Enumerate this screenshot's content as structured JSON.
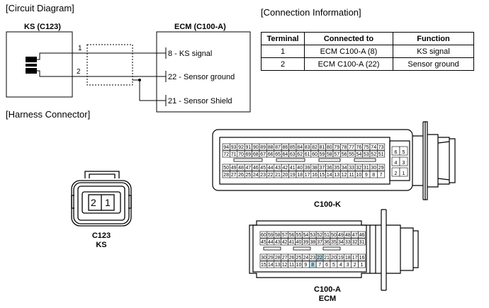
{
  "circuit": {
    "heading": "[Circuit Diagram]",
    "ks_title": "KS (C123)",
    "ecm_title": "ECM (C100-A)",
    "wire1": "1",
    "wire2": "2",
    "ecm_pins": [
      {
        "num": "8",
        "label": " - KS signal"
      },
      {
        "num": "22",
        "label": " - Sensor ground"
      },
      {
        "num": "21",
        "label": " - Sensor Shield"
      }
    ]
  },
  "connection": {
    "heading": "[Connection Information]",
    "headers": [
      "Terminal",
      "Connected to",
      "Function"
    ],
    "rows": [
      [
        "1",
        "ECM C100-A (8)",
        "KS signal"
      ],
      [
        "2",
        "ECM C100-A (22)",
        "Sensor ground"
      ]
    ]
  },
  "harness": {
    "heading": "[Harness Connector]",
    "c123": {
      "pins": [
        "2",
        "1"
      ],
      "label1": "C123",
      "label2": "KS"
    },
    "c100k": {
      "label": "C100-K",
      "row1": [
        "94",
        "93",
        "92",
        "91",
        "90",
        "89",
        "88",
        "87",
        "86",
        "85",
        "84",
        "83",
        "82",
        "81",
        "80",
        "79",
        "78",
        "77",
        "76",
        "75",
        "74",
        "73"
      ],
      "row2": [
        "72",
        "71",
        "70",
        "69",
        "68",
        "67",
        "66",
        "65",
        "64",
        "63",
        "62",
        "61",
        "60",
        "59",
        "58",
        "57",
        "56",
        "55",
        "54",
        "53",
        "52",
        "51"
      ],
      "row3": [
        "50",
        "49",
        "48",
        "47",
        "46",
        "45",
        "44",
        "43",
        "42",
        "41",
        "40",
        "39",
        "38",
        "37",
        "36",
        "35",
        "34",
        "33",
        "32",
        "31",
        "30",
        "29"
      ],
      "row4": [
        "28",
        "27",
        "26",
        "25",
        "24",
        "23",
        "22",
        "21",
        "20",
        "19",
        "18",
        "17",
        "16",
        "15",
        "14",
        "13",
        "12",
        "11",
        "10",
        "9",
        "8",
        "7"
      ],
      "side": [
        "6",
        "5",
        "4",
        "3",
        "2",
        "1"
      ]
    },
    "c100a": {
      "label1": "C100-A",
      "label2": "ECM",
      "row1": [
        "60",
        "59",
        "58",
        "57",
        "56",
        "55",
        "54",
        "53",
        "52",
        "51",
        "50",
        "49",
        "48",
        "47",
        "46"
      ],
      "row2": [
        "45",
        "44",
        "43",
        "42",
        "41",
        "40",
        "39",
        "38",
        "37",
        "36",
        "35",
        "34",
        "33",
        "32",
        "31"
      ],
      "row3": [
        "30",
        "29",
        "28",
        "27",
        "26",
        "25",
        "24",
        "23",
        "22",
        "21",
        "20",
        "19",
        "18",
        "17",
        "16"
      ],
      "row4": [
        "15",
        "14",
        "13",
        "12",
        "11",
        "10",
        "9",
        "8",
        "7",
        "6",
        "5",
        "4",
        "3",
        "2",
        "1"
      ],
      "highlight": [
        "8",
        "22"
      ],
      "highlight_color": "#b8dbe6"
    }
  }
}
